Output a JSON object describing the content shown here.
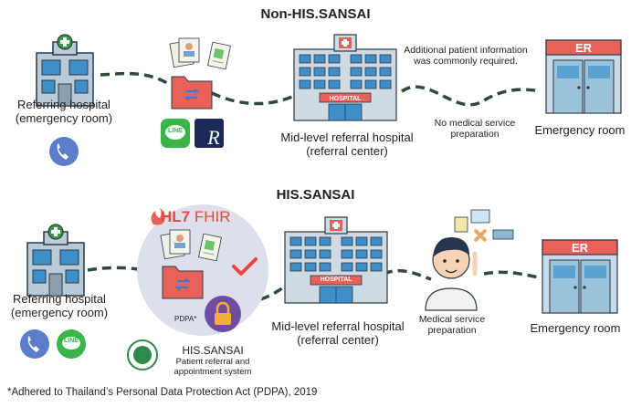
{
  "top": {
    "title": "Non-HIS.SANSAI",
    "referring_label_1": "Referring hospital",
    "referring_label_2": "(emergency room)",
    "midlevel_label_1": "Mid-level referral hospital",
    "midlevel_label_2": "(referral center)",
    "note_1": "Additional patient information",
    "note_2": "was commonly required.",
    "no_prep_1": "No medical service",
    "no_prep_2": "preparation",
    "er_label": "Emergency room",
    "er_sign": "ER",
    "hospital_sign": "HOSPITAL",
    "line_badge": "LINE",
    "r_badge": "R"
  },
  "bottom": {
    "title": "HIS.SANSAI",
    "hl7": "HL7",
    "fhir": "FHIR",
    "referring_label_1": "Referring hospital",
    "referring_label_2": "(emergency room)",
    "pdpa_tag": "PDPA*",
    "his_name": "HIS.SANSAI",
    "his_desc_1": "Patient referral and",
    "his_desc_2": "appointment system",
    "midlevel_label_1": "Mid-level referral hospital",
    "midlevel_label_2": "(referral center)",
    "prep_1": "Medical service",
    "prep_2": "preparation",
    "er_label": "Emergency room",
    "er_sign": "ER",
    "hospital_sign": "HOSPITAL",
    "line_badge": "LINE"
  },
  "footnote": "*Adhered to Thailand’s Personal Data Protection Act (PDPA), 2019",
  "colors": {
    "dash": "#2f4a3a",
    "building": "#9fb6c8",
    "window": "#3f8ec9",
    "red": "#e8605a",
    "line_green": "#3ab54a",
    "phone_blue": "#5c7dc9",
    "circle": "#dde0ea",
    "lock": "#6f4da0"
  }
}
